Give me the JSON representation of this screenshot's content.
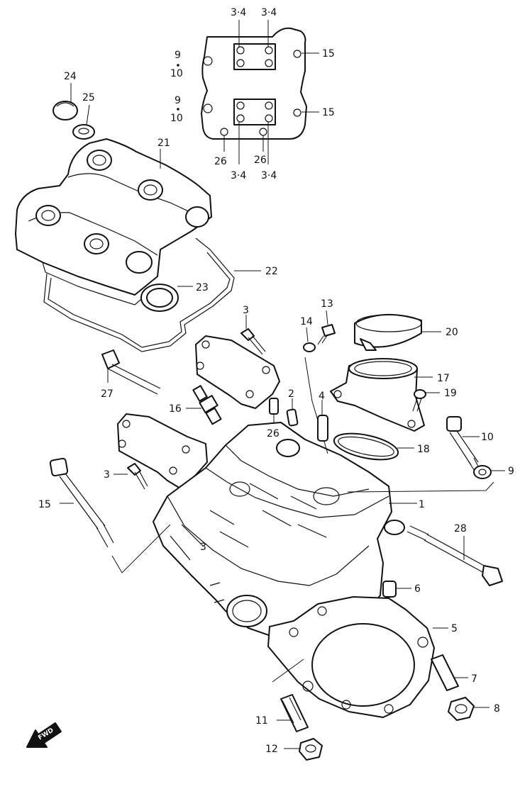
{
  "labels": {
    "p1": "1",
    "p2": "2",
    "p3a": "3",
    "p3b": "3",
    "p3c": "3",
    "p4": "4",
    "p5": "5",
    "p6": "6",
    "p7": "7",
    "p8": "8",
    "p9a": "9",
    "p10a": "10",
    "p11": "11",
    "p12": "12",
    "p13": "13",
    "p14": "14",
    "p15": "15",
    "p16": "16",
    "p17": "17",
    "p18": "18",
    "p19": "19",
    "p20": "20",
    "p21": "21",
    "p22": "22",
    "p23": "23",
    "p24": "24",
    "p25": "25",
    "p26": "26",
    "p27": "27",
    "p28": "28"
  },
  "inset_labels": {
    "tl_top": "3·4",
    "tr_top": "3·4",
    "bl_bottom": "3·4",
    "br_bottom": "3·4",
    "left_9_top": "9",
    "left_10_top": "10",
    "left_9_bottom": "9",
    "left_10_bottom": "10",
    "right_15_top": "15",
    "right_15_bottom": "15",
    "bottom_26_left": "26",
    "bottom_26_right": "26"
  },
  "fwd_label": "FWD"
}
